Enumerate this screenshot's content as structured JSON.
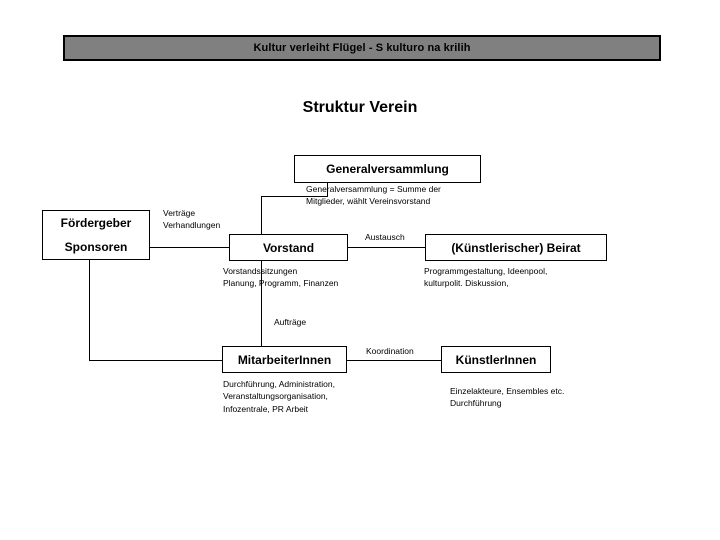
{
  "banner": {
    "title": "Kultur verleiht Flügel - S kulturo na krilih",
    "bg_color": "#808080",
    "border_color": "#000000"
  },
  "heading": {
    "text": "Struktur Verein"
  },
  "diagram": {
    "type": "org-chart",
    "nodes": [
      {
        "id": "generalversammlung",
        "label": "Generalversammlung",
        "note": "Generalversammlung = Summe der\nMitglieder, wählt Vereinsvorstand"
      },
      {
        "id": "foerdergeber",
        "label_line1": "Fördergeber",
        "label_line2": "Sponsoren"
      },
      {
        "id": "vorstand",
        "label": "Vorstand",
        "note": "Vorstandssitzungen\nPlanung, Programm, Finanzen"
      },
      {
        "id": "beirat",
        "label": "(Künstlerischer) Beirat",
        "note": "Programmgestaltung, Ideenpool,\nkulturpolit. Diskussion,"
      },
      {
        "id": "mitarbeiterinnen",
        "label": "MitarbeiterInnen",
        "note": "Durchführung, Administration,\nVeranstaltungsorganisation,\nInfozentrale, PR Arbeit"
      },
      {
        "id": "kuenstlerinnen",
        "label": "KünstlerInnen",
        "note": "Einzelakteure, Ensembles etc.\nDurchführung"
      }
    ],
    "edges": [
      {
        "id": "foerdergeber-vorstand",
        "label": "Verträge\nVerhandlungen"
      },
      {
        "id": "vorstand-beirat",
        "label": "Austausch"
      },
      {
        "id": "vorstand-mitarbeiterinnen",
        "label": "Aufträge"
      },
      {
        "id": "mitarbeiterinnen-kuenstlerinnen",
        "label": "Koordination"
      },
      {
        "id": "generalversammlung-vorstand",
        "label": ""
      },
      {
        "id": "foerdergeber-mitarbeiterinnen",
        "label": ""
      }
    ]
  }
}
